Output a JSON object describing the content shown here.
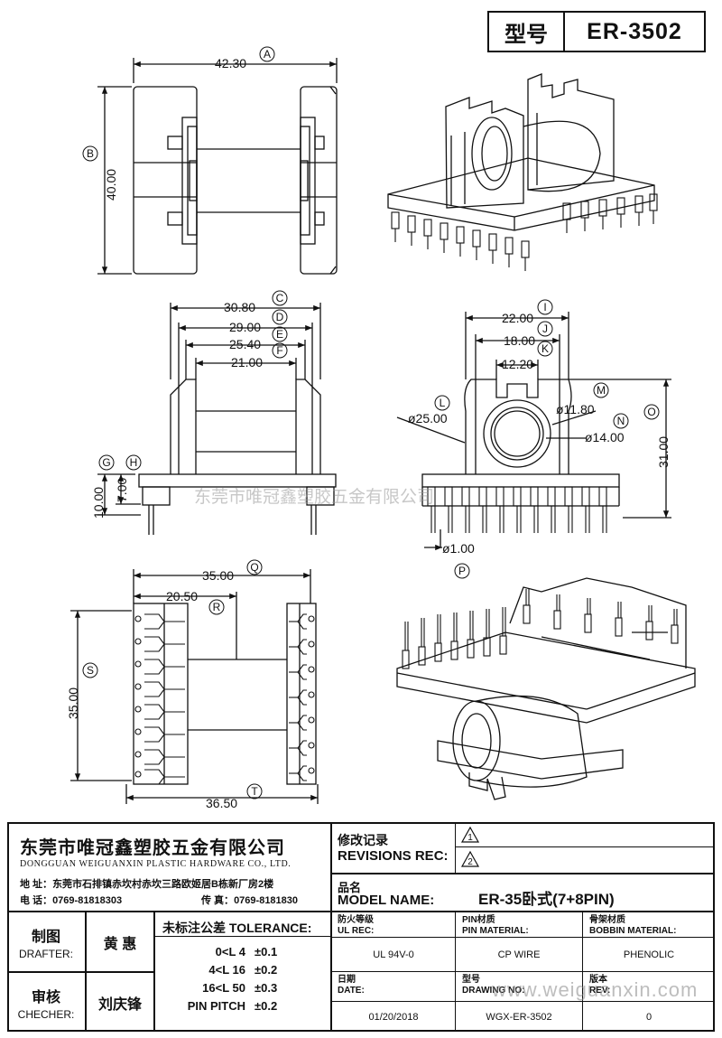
{
  "header": {
    "model_label": "型号",
    "model_value": "ER-3502"
  },
  "dimensions": {
    "A": {
      "value": "42.30",
      "tag": "A"
    },
    "B": {
      "value": "40.00",
      "tag": "B"
    },
    "C": {
      "value": "30.80",
      "tag": "C"
    },
    "D": {
      "value": "29.00",
      "tag": "D"
    },
    "E": {
      "value": "25.40",
      "tag": "E"
    },
    "F": {
      "value": "21.00",
      "tag": "F"
    },
    "G": {
      "value": "10.00",
      "tag": "G"
    },
    "H": {
      "value": "7.00",
      "tag": "H"
    },
    "I": {
      "value": "22.00",
      "tag": "I"
    },
    "J": {
      "value": "18.00",
      "tag": "J"
    },
    "K": {
      "value": "12.20",
      "tag": "K"
    },
    "L": {
      "value": "ø25.00",
      "tag": "L"
    },
    "M": {
      "value": "ø11.80",
      "tag": "M"
    },
    "N": {
      "value": "ø14.00",
      "tag": "N"
    },
    "O": {
      "value": "31.00",
      "tag": "O"
    },
    "P": {
      "value": "ø1.00",
      "tag": "P"
    },
    "Q": {
      "value": "35.00",
      "tag": "Q"
    },
    "R": {
      "value": "20.50",
      "tag": "R"
    },
    "S": {
      "value": "35.00",
      "tag": "S"
    },
    "T": {
      "value": "36.50",
      "tag": "T"
    }
  },
  "watermark": "东莞市唯冠鑫塑胶五金有限公司",
  "watermark_url": "www.weiguanxin.com",
  "company": {
    "name_cn": "东莞市唯冠鑫塑胶五金有限公司",
    "name_en": "DONGGUAN WEIGUANXIN PLASTIC HARDWARE CO., LTD.",
    "address_label": "地  址：",
    "address": "东莞市石排镇赤坎村赤坎三路欧姬居B栋新厂房2楼",
    "phone_label": "电  话：",
    "phone": "0769-81818303",
    "fax_label": "传  真：",
    "fax": "0769-8181830"
  },
  "revisions": {
    "label_cn": "修改记录",
    "label_en": "REVISIONS REC:",
    "rev1": "1",
    "rev2": "2"
  },
  "model": {
    "label_cn": "品名",
    "label_en": "MODEL NAME:",
    "value": "ER-35卧式(7+8PIN)"
  },
  "drafter": {
    "label_cn": "制图",
    "label_en": "DRAFTER:",
    "name": "黄  惠"
  },
  "checker": {
    "label_cn": "审核",
    "label_en": "CHECHER:",
    "name": "刘庆锋"
  },
  "tolerance": {
    "title": "未标注公差 TOLERANCE:",
    "rows": [
      {
        "range": "0<L  4",
        "value": "±0.1"
      },
      {
        "range": "4<L  16",
        "value": "±0.2"
      },
      {
        "range": "16<L  50",
        "value": "±0.3"
      },
      {
        "range": "PIN PITCH",
        "value": "±0.2"
      }
    ]
  },
  "specs": {
    "ul_label_cn": "防火等级",
    "ul_label_en": "UL REC:",
    "ul_value": "UL 94V-0",
    "pin_label_cn": "PIN材质",
    "pin_label_en": "PIN MATERIAL:",
    "pin_value": "CP WIRE",
    "bobbin_label_cn": "骨架材质",
    "bobbin_label_en": "BOBBIN MATERIAL:",
    "bobbin_value": "PHENOLIC",
    "date_label_cn": "日期",
    "date_label_en": "DATE:",
    "date_value": "01/20/2018",
    "drawing_label_cn": "型号",
    "drawing_label_en": "DRAWING NO:",
    "drawing_value": "WGX-ER-3502",
    "rev_label_cn": "版本",
    "rev_label_en": "REV:",
    "rev_value": "0"
  }
}
